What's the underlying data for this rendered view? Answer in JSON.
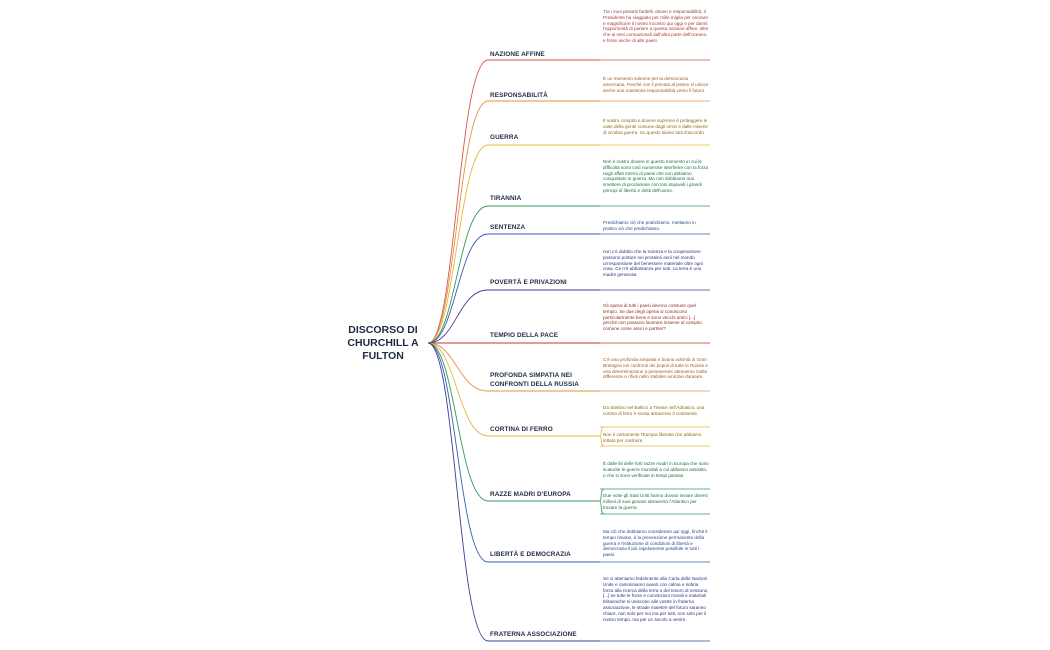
{
  "title": "DISCORSO DI CHURCHILL A FULTON",
  "branches": [
    {
      "label": "NAZIONE AFFINE",
      "color": "#d9534f",
      "leaves": [
        "Tra i suoi pesanti fardelli, doveri e responsabilità, il Presidente ha viaggiato per mille miglia per onorare e magnificare il nostro incontro qui oggi e per darmi l'opportunità di parlare a questa nazione affine, oltre che ai miei connazionali dall'altra parte dell'oceano, e forse anche di altri paesi."
      ]
    },
    {
      "label": "RESPONSABILITÀ",
      "color": "#e8903a",
      "leaves": [
        "È un momento solenne per la democrazia americana. Perché con il primato al potere si unisce anche una maestosa responsabilità verso il futuro."
      ]
    },
    {
      "label": "GUERRA",
      "color": "#e8b63a",
      "leaves": [
        "Il nostro compito e dovere supremo è proteggere le case della gente comune dagli orrori e dalle miserie di un'altra guerra. Su questo siamo tutti d'accordo."
      ]
    },
    {
      "label": "TIRANNIA",
      "color": "#2f9a5f",
      "leaves": [
        "Non è nostro dovere in questo momento in cui le difficoltà sono così numerose interferire con la forza negli affari interni di paesi che non abbiamo conquistato in guerra. Ma non dobbiamo mai smettere di proclamare con toni impavidi i grandi principi di libertà e diritti dell'uomo."
      ]
    },
    {
      "label": "SENTENZA",
      "color": "#3a5bb5",
      "leaves": [
        "Predichiamo ciò che pratichiamo, mettiamo in pratica ciò che predichiamo."
      ]
    },
    {
      "label": "POVERTÀ E PRIVAZIONI",
      "color": "#3a3f9a",
      "leaves": [
        "non c'è dubbio che la scienza e la cooperazione possono portare nei prossimi anni nel mondo un'espansione del benessere materiale oltre ogni cosa. Ce n'è abbastanza per tutti. La terra è una madre generosa"
      ]
    },
    {
      "label": "TEMPIO DELLA PACE",
      "color": "#c0392b",
      "leaves": [
        "Gli operai di tutti i paesi devono costruire quel tempio. Se due degli operai si conoscono particolarmente bene e sono vecchi amici [...] perché non possono lavorare insieme al compito comune come amici e partner?"
      ]
    },
    {
      "label": "PROFONDA SIMPATIA NEI CONFRONTI DELLA RUSSIA",
      "color": "#e8903a",
      "leaves": [
        "C'è una profonda simpatia e buona volontà in Gran Bretagna nei confronti dei popoli di tutte le Russie e una determinazione a perseverare attraverso molte differenze e rifiuti nello stabilire amicizie durature."
      ]
    },
    {
      "label": "CORTINA DI FERRO",
      "color": "#e8b63a",
      "leaves": [
        "Da Stettino nel Baltico a Trieste nell'Adriatico, una cortina di ferro è scesa attraverso il continente.",
        "Non è certamente l'Europa liberata che abbiamo lottato per costruire."
      ]
    },
    {
      "label": "RAZZE MADRI D'EUROPA",
      "color": "#2f9a5f",
      "leaves": [
        "È dalle liti delle forti razze madri in Europa che sono scaturite le guerre mondiali a cui abbiamo assistito, o che si sono verificate in tempi passati.",
        "Due volte gli Stati Uniti hanno dovuto inviare diversi milioni di suoi giovani attraverso l'Atlantico per trovare la guerra"
      ]
    },
    {
      "label": "LIBERTÀ E DEMOCRAZIA",
      "color": "#3a5bb5",
      "leaves": [
        "Ma ciò che dobbiamo considerare qui oggi, finché il tempo rimane, è la prevenzione permanente della guerra e l'istituzione di condizioni di libertà e democrazia il più rapidamente possibile in tutti i paesi."
      ]
    },
    {
      "label": "FRATERNA ASSOCIAZIONE",
      "color": "#3a3f9a",
      "leaves": [
        "Se ci atteniamo fedelmente alla Carta delle Nazioni Unite e camminiamo avanti con calma e sobria forza alla ricerca della terra o del tesoro di nessuno, [...] se tutte le forze e convinzioni morali e materiali britanniche si uniscono alle vostre in fraterna associazione, le strade maestre del futuro saranno chiare, non solo per noi ma per tutti, non solo per il nostro tempo, ma per un secolo a venire."
      ]
    }
  ]
}
